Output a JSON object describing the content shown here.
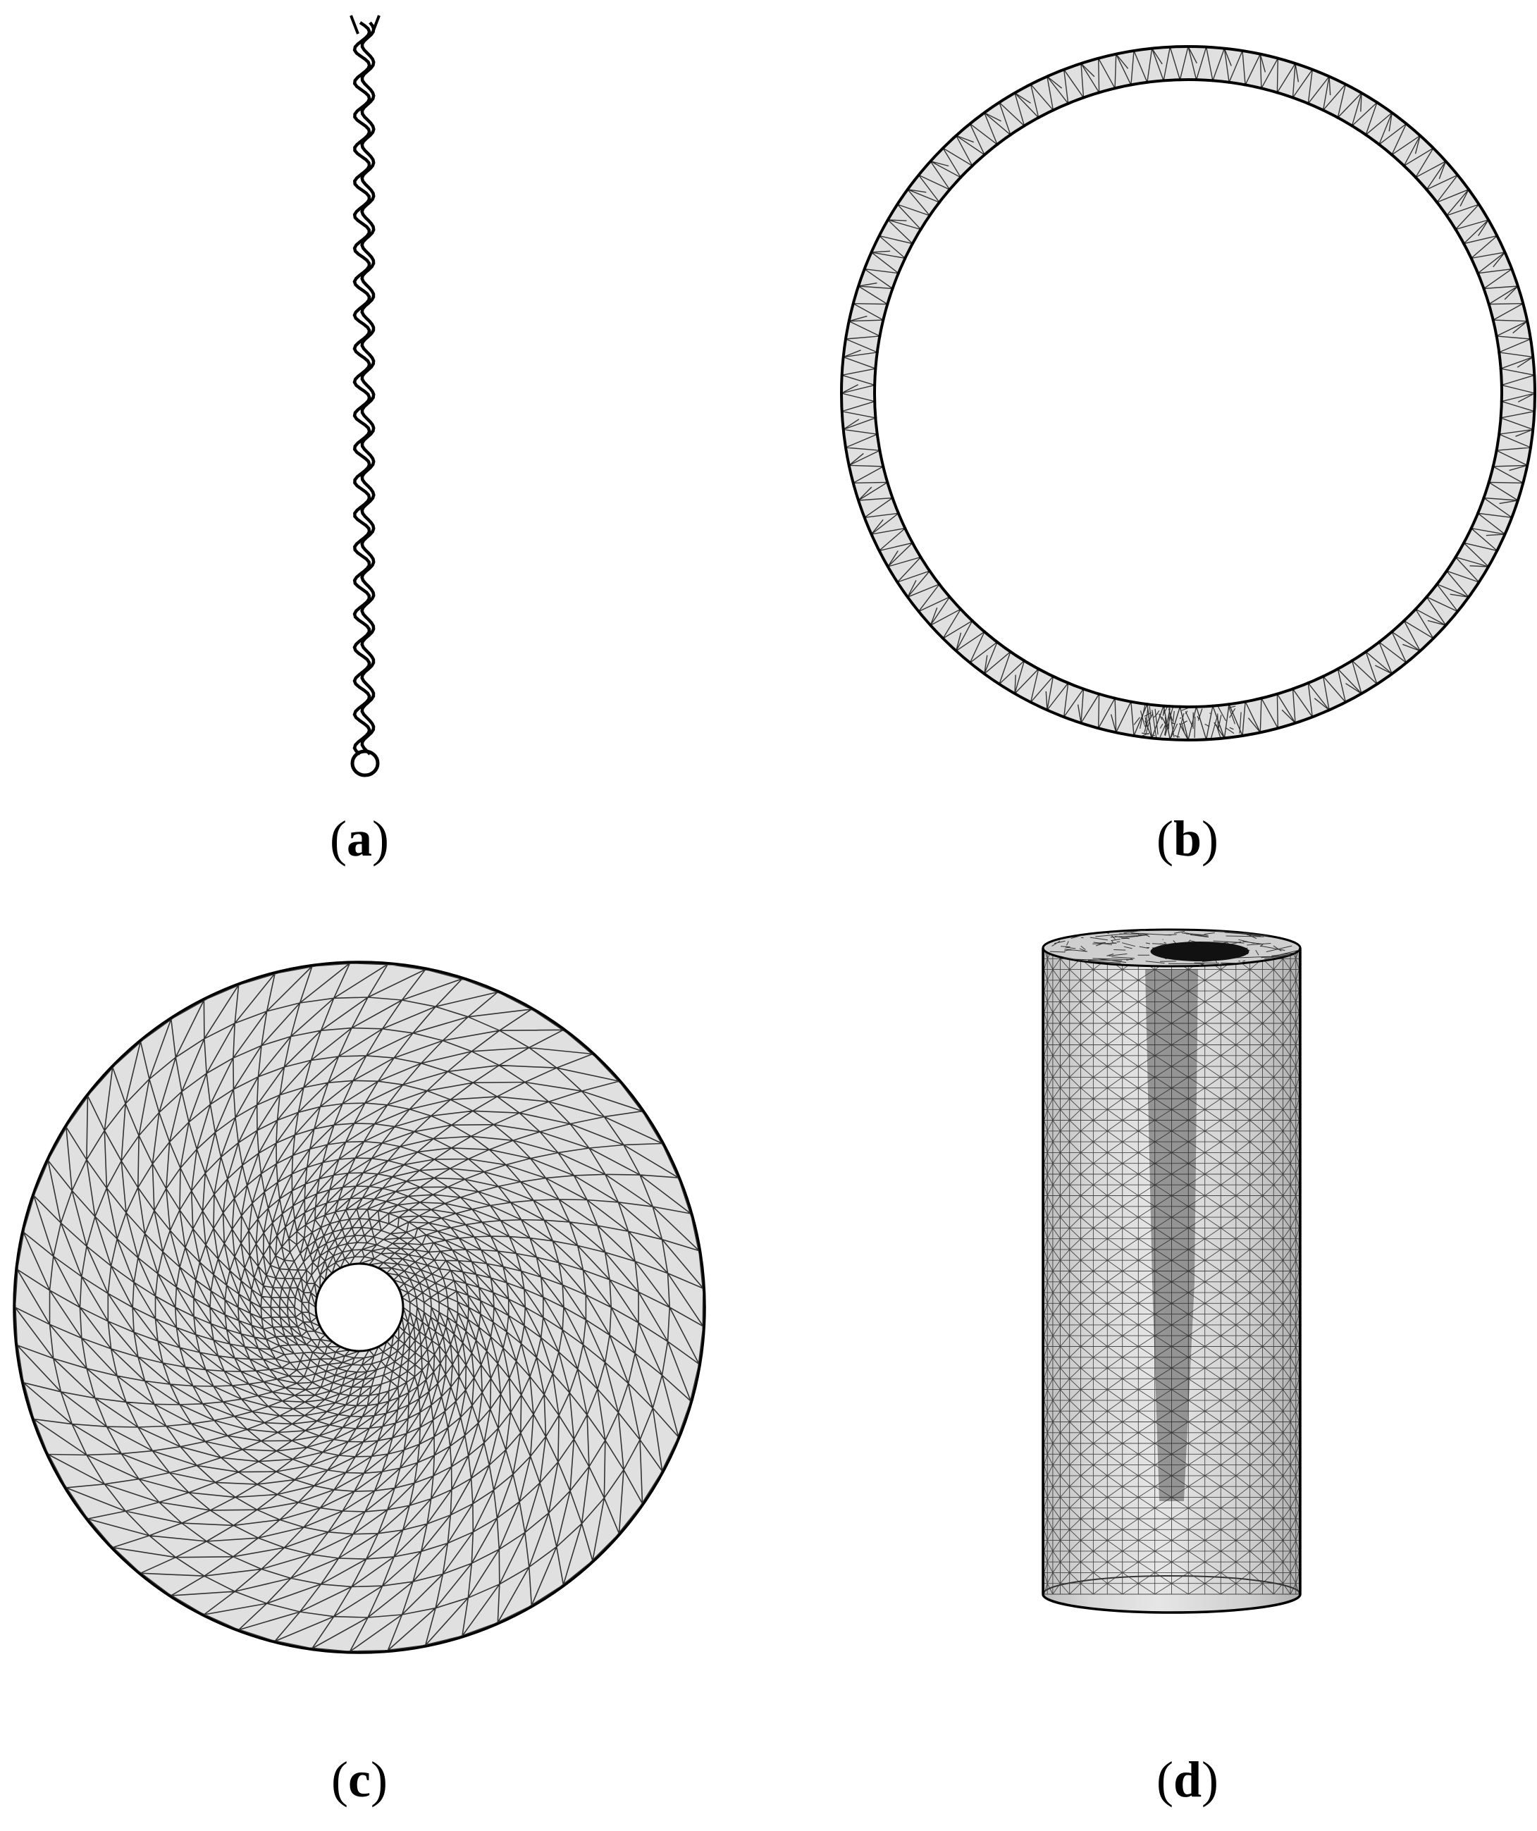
{
  "panels": [
    {
      "id": "a",
      "label": "a"
    },
    {
      "id": "b",
      "label": "b"
    },
    {
      "id": "c",
      "label": "c"
    },
    {
      "id": "d",
      "label": "d"
    }
  ],
  "colors": {
    "mesh_fill": "#e0e0e0",
    "mesh_line": "#333333",
    "outline": "#000000",
    "cylinder_shadow": "#7a7a7a",
    "background": "#ffffff"
  }
}
